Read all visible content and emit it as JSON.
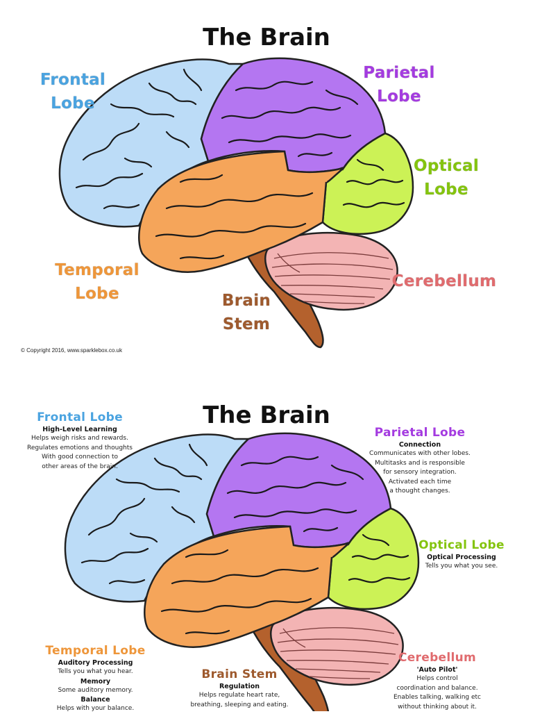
{
  "title": "The Brain",
  "copyright": "© Copyright 2016, www.sparklebox.co.uk",
  "colors": {
    "frontal": "#bcdcf7",
    "parietal": "#b476f1",
    "optical": "#ccf256",
    "temporal": "#f5a55a",
    "cerebellum": "#f3b4b4",
    "brainstem": "#b4612d"
  },
  "labels": {
    "frontal": [
      "Frontal",
      "Lobe"
    ],
    "parietal": [
      "Parietal",
      "Lobe"
    ],
    "optical": [
      "Optical",
      "Lobe"
    ],
    "temporal": [
      "Temporal",
      "Lobe"
    ],
    "brainstem": [
      "Brain",
      "Stem"
    ],
    "cerebellum": "Cerebellum"
  },
  "info": {
    "frontal": {
      "heading": "Frontal Lobe",
      "sub": "High-Level Learning",
      "lines": [
        "Helps weigh risks and rewards.",
        "Regulates emotions and thoughts",
        "With good connection to",
        "other areas of the brain."
      ]
    },
    "parietal": {
      "heading": "Parietal Lobe",
      "sub": "Connection",
      "lines": [
        "Communicates with other lobes.",
        "Multitasks and is responsible",
        "for sensory integration.",
        "Activated each time",
        "a thought changes."
      ]
    },
    "optical": {
      "heading": "Optical Lobe",
      "sub": "Optical Processing",
      "lines": [
        "Tells you what you see."
      ]
    },
    "temporal": {
      "heading": "Temporal Lobe",
      "sub": "Auditory Processing",
      "line1": "Tells you what you hear.",
      "sub2": "Memory",
      "line2": "Some auditory memory.",
      "sub3": "Balance",
      "line3": "Helps with your balance."
    },
    "brainstem": {
      "heading": "Brain Stem",
      "sub": "Regulation",
      "lines": [
        "Helps regulate heart rate,",
        "breathing, sleeping and eating."
      ]
    },
    "cerebellum": {
      "heading": "Cerebellum",
      "sub": "'Auto Pilot'",
      "lines": [
        "Helps control",
        "coordination and balance.",
        "Enables talking, walking etc",
        "without thinking about it."
      ]
    }
  }
}
